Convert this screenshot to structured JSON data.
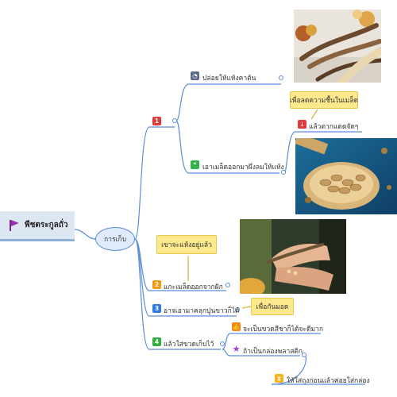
{
  "root": {
    "label": "พืชตระกูลถั่ว"
  },
  "main_topic": {
    "label": "การเก็บ"
  },
  "branches": [
    {
      "number": "1",
      "children": [
        {
          "label": "ปล่อยให้แห้งคาต้น",
          "icon": "clock-icon"
        },
        {
          "label": "เอาเมล็ดออกมาผึ่งลมให้แห้ง",
          "icon": "quote-icon"
        }
      ]
    },
    {
      "number": "2",
      "label": "แกะเมล็ดออกจากฝัก"
    },
    {
      "number": "3",
      "label": "อาจเอามาคลุกปูนขาวก็ได้"
    },
    {
      "number": "4",
      "label": "แล้วใส่ขวดเก็บไว้",
      "children": [
        {
          "label": "จะเป็นขวดสีชาก็ได้จะดีมาก",
          "icon": "thumbs-up-icon"
        },
        {
          "label": "ถ้าเป็นกล่องพลาสติก",
          "icon": "star-icon"
        },
        {
          "label": "ให้ใส่ถุงก่อนแล้วค่อยใส่กล่อง",
          "icon": "hourglass-icon"
        }
      ]
    }
  ],
  "sub_items": {
    "sun_dry": {
      "label": "แล้วตากแดดจัดๆ",
      "icon": "arrow-down-icon"
    }
  },
  "callouts": {
    "reduce_moisture": "เพื่อลดความชื้นในเมล็ด",
    "when_dry": "เขาจะแห้งอยู่แล้ว",
    "anti_weevil": "เพื่อกันมอด"
  },
  "icons": {
    "clock": "◔",
    "quote": "❝",
    "arrow_down": "↓",
    "thumbs_up": "👍",
    "star": "★",
    "hourglass": "⧗"
  },
  "colors": {
    "link": "#5b8ed6",
    "root_bg": "#dde7f2",
    "callout_bg": "#fde98d",
    "badge_red": "#e23b3b",
    "badge_orange": "#f39a12",
    "badge_blue": "#2f7be5",
    "badge_green": "#2fae3d"
  }
}
